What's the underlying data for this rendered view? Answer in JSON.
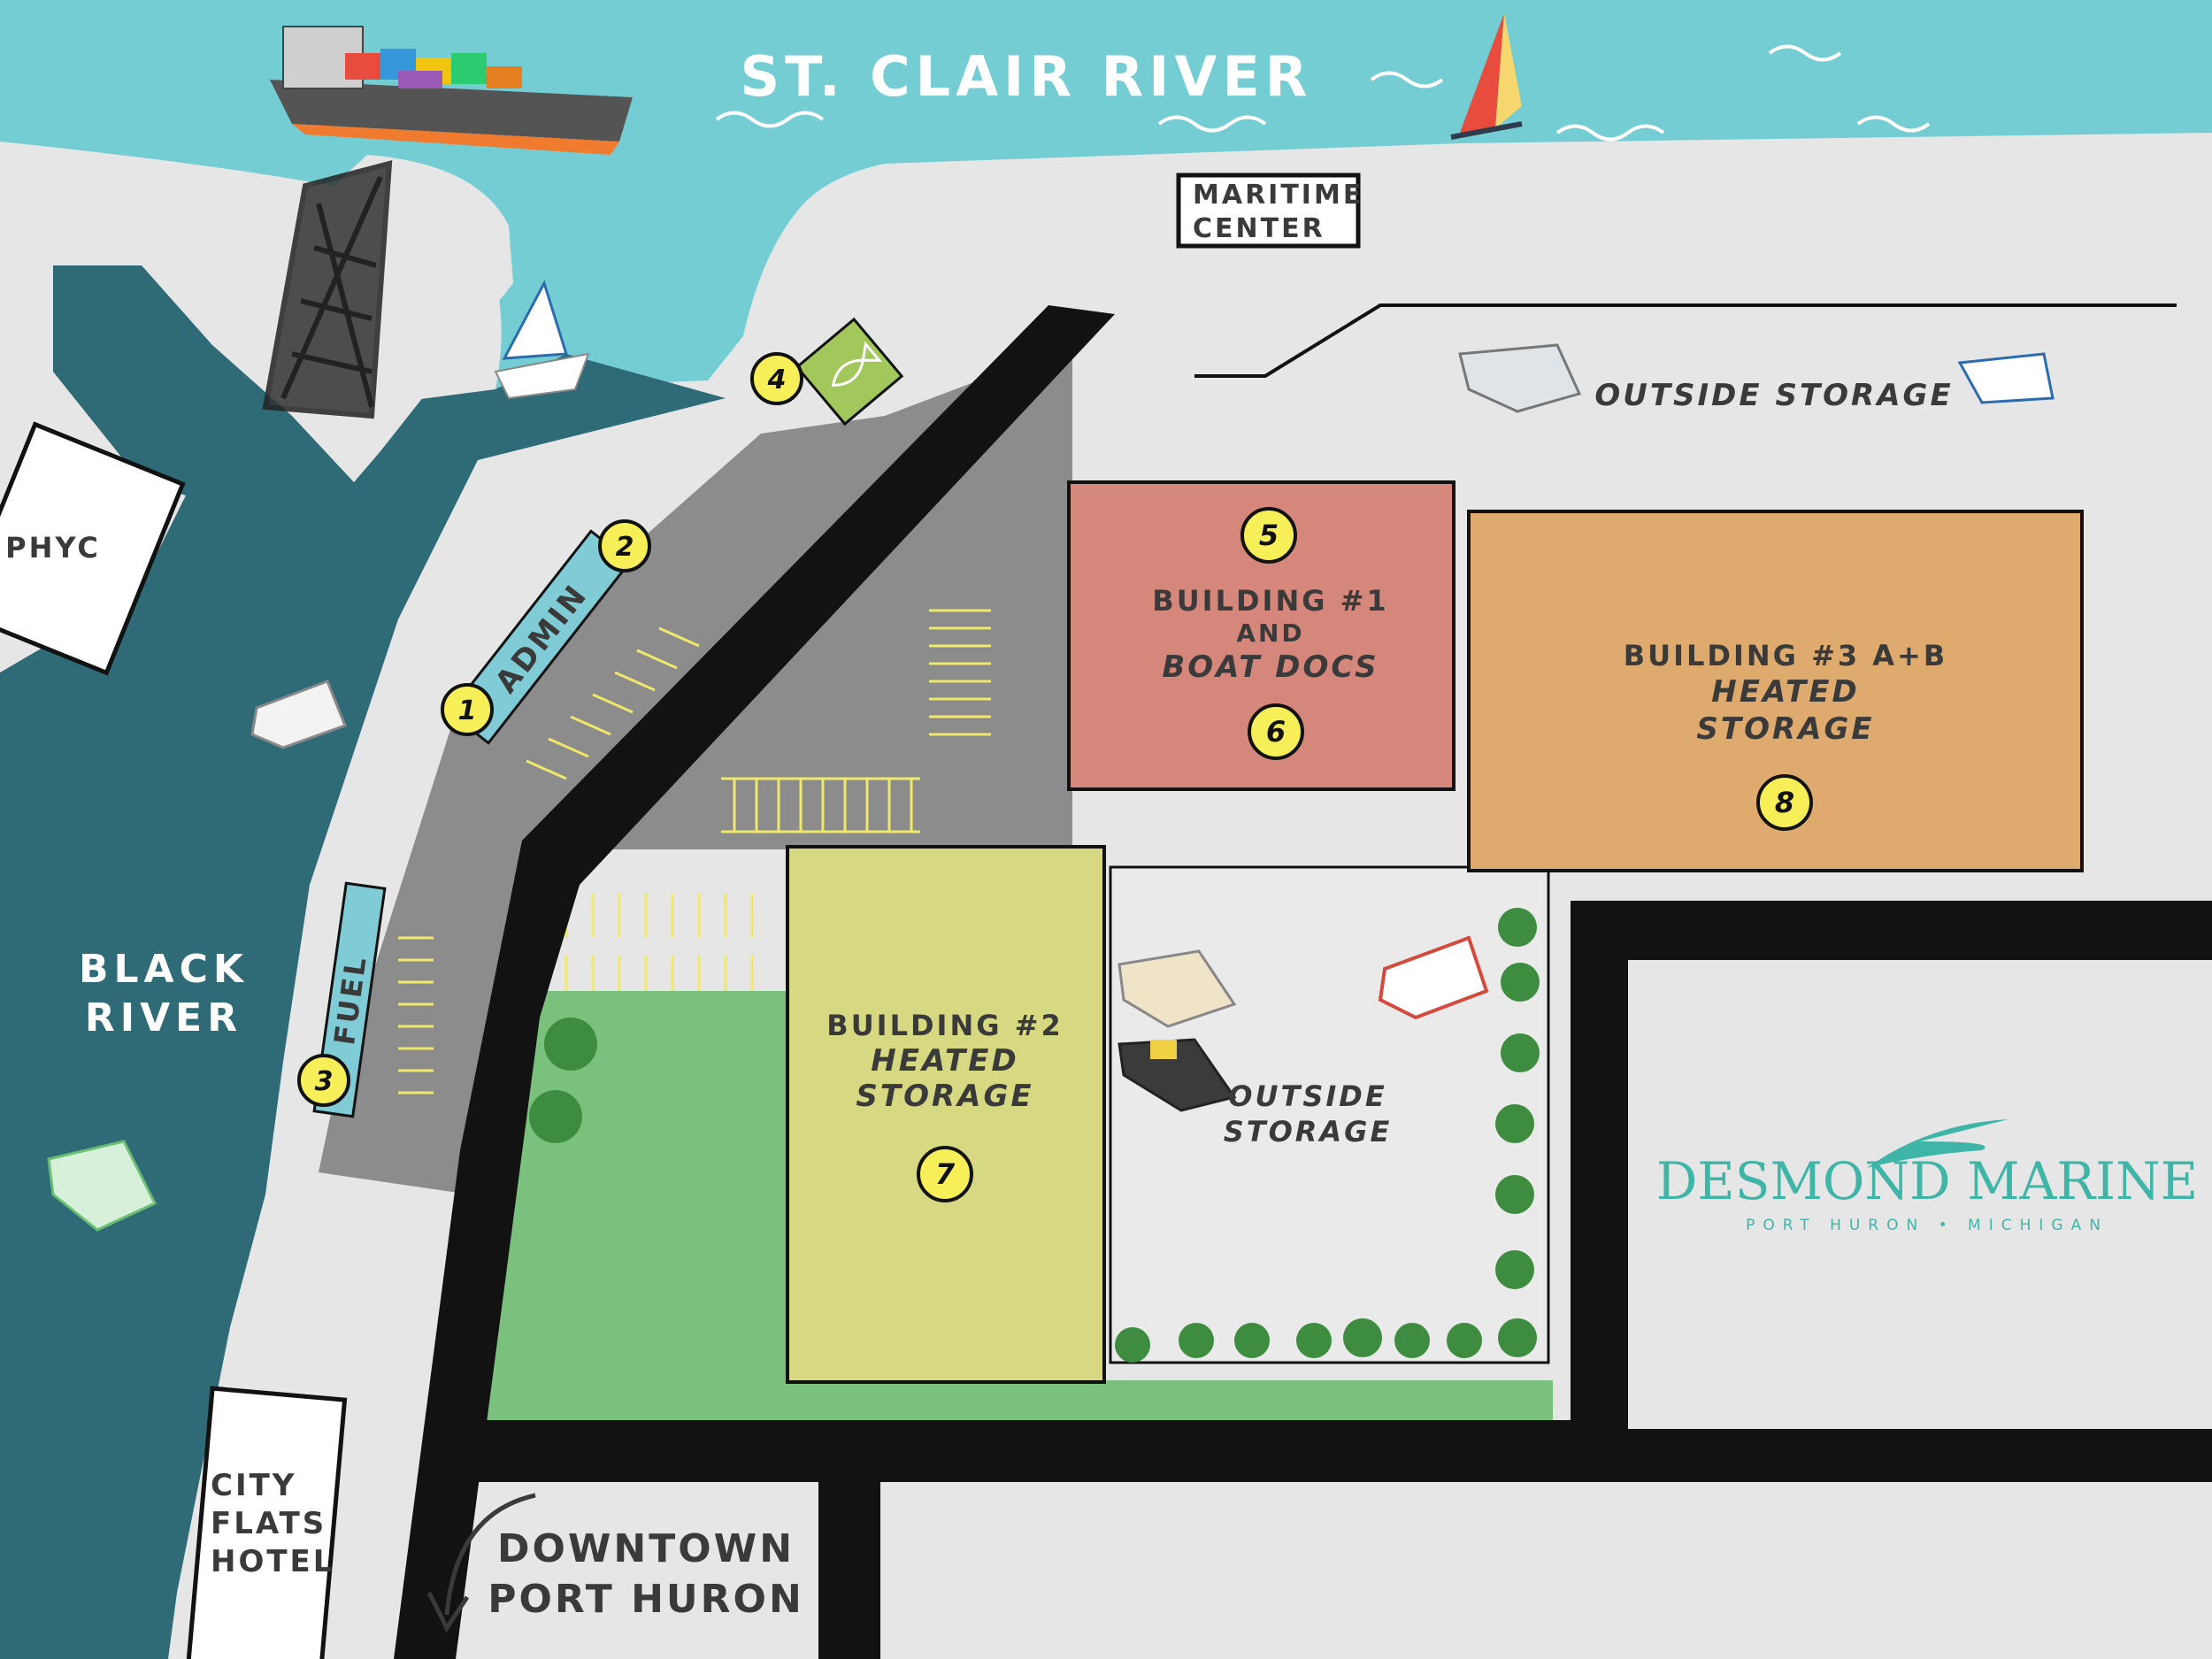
{
  "colors": {
    "lake": "#74cdd3",
    "river": "#2e6b77",
    "land": "#e6e6e6",
    "road": "#121212",
    "lot": "#8c8c8c",
    "grass": "#79c17c",
    "building1": "#d6877c",
    "building2": "#d6d882",
    "building3": "#dfaa6e",
    "office": "#7fcbd6",
    "marker": "#f7ef57",
    "logo": "#3fb5a8"
  },
  "water": {
    "top_label": "ST. CLAIR RIVER",
    "left_label_line1": "BLACK",
    "left_label_line2": "RIVER"
  },
  "places": {
    "phyc": "PHYC",
    "maritime_line1": "MARITIME",
    "maritime_line2": "CENTER",
    "hotel_line1": "CITY",
    "hotel_line2": "FLATS",
    "hotel_line3": "HOTEL",
    "downtown_line1": "DOWNTOWN",
    "downtown_line2": "PORT HURON"
  },
  "facilities": {
    "admin": "ADMIN",
    "fuel": "FUEL",
    "outside_storage_top": "OUTSIDE STORAGE",
    "outside_storage_mid_line1": "OUTSIDE",
    "outside_storage_mid_line2": "STORAGE"
  },
  "buildings": {
    "b1_line1": "BUILDING #1",
    "b1_line2": "AND",
    "b1_line3": "BOAT DOCS",
    "b2_line1": "BUILDING #2",
    "b2_line2": "HEATED",
    "b2_line3": "STORAGE",
    "b3_line1": "BUILDING #3 A+B",
    "b3_line2": "HEATED",
    "b3_line3": "STORAGE"
  },
  "markers": [
    "1",
    "2",
    "3",
    "4",
    "5",
    "6",
    "7",
    "8"
  ],
  "icons": [
    "fish-icon",
    "sailboat-icon",
    "windsurfer-icon",
    "cargo-ship-icon",
    "lift-bridge-icon",
    "yacht-icon",
    "tugboat-icon",
    "arrow-down-left-icon"
  ],
  "logo": {
    "name": "DESMOND MARINE",
    "location": "PORT HURON • MICHIGAN"
  }
}
